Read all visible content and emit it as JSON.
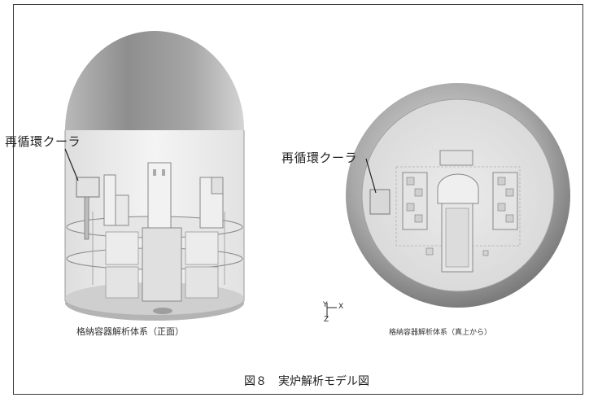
{
  "labels": {
    "cooler_left": "再循環クーラ",
    "cooler_right": "再循環クーラ",
    "front_view": "格納容器解析体系（正面）",
    "top_view": "格納容器解析体系（真上から）",
    "axis_y": "Y",
    "axis_x": "X",
    "axis_z": "Z"
  },
  "figure_caption": "図８　実炉解析モデル図"
}
